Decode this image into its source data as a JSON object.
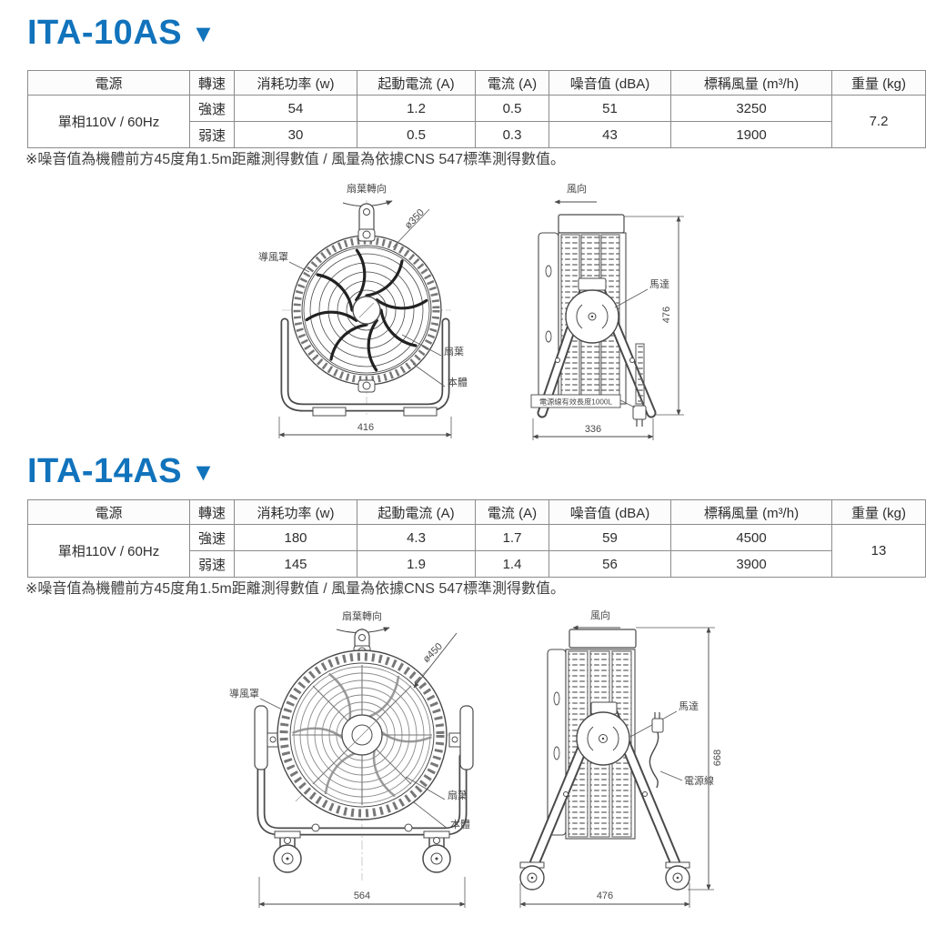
{
  "ui": {
    "triangle": "▼",
    "accent_color": "#1173BC",
    "line_color": "#4a4a4a"
  },
  "sections": [
    {
      "title": "ITA-10AS",
      "table": {
        "headers": [
          "電源",
          "轉速",
          "消耗功率 (w)",
          "起動電流 (A)",
          "電流 (A)",
          "噪音值 (dBA)",
          "標稱風量 (m³/h)",
          "重量 (kg)"
        ],
        "power": "單相110V / 60Hz",
        "rows": [
          {
            "speed": "強速",
            "watt": "54",
            "start_current": "1.2",
            "current": "0.5",
            "noise": "51",
            "airflow": "3250"
          },
          {
            "speed": "弱速",
            "watt": "30",
            "start_current": "0.5",
            "current": "0.3",
            "noise": "43",
            "airflow": "1900"
          }
        ],
        "weight": "7.2"
      },
      "note": "※噪音值為機體前方45度角1.5m距離測得數值 / 風量為依據CNS 547標準測得數值。",
      "front": {
        "rotation": "扇葉轉向",
        "guard": "導風罩",
        "diameter": "ø350",
        "blade": "扇葉",
        "body": "本體",
        "width": "416"
      },
      "side": {
        "wind": "風向",
        "motor": "馬達",
        "cord": "電源線有效長度1000L",
        "height": "476",
        "depth": "336"
      }
    },
    {
      "title": "ITA-14AS",
      "table": {
        "headers": [
          "電源",
          "轉速",
          "消耗功率 (w)",
          "起動電流 (A)",
          "電流 (A)",
          "噪音值 (dBA)",
          "標稱風量 (m³/h)",
          "重量 (kg)"
        ],
        "power": "單相110V / 60Hz",
        "rows": [
          {
            "speed": "強速",
            "watt": "180",
            "start_current": "4.3",
            "current": "1.7",
            "noise": "59",
            "airflow": "4500"
          },
          {
            "speed": "弱速",
            "watt": "145",
            "start_current": "1.9",
            "current": "1.4",
            "noise": "56",
            "airflow": "3900"
          }
        ],
        "weight": "13"
      },
      "note": "※噪音值為機體前方45度角1.5m距離測得數值 / 風量為依據CNS 547標準測得數值。",
      "front": {
        "rotation": "扇葉轉向",
        "guard": "導風罩",
        "diameter": "ø450",
        "blade": "扇葉",
        "body": "本體",
        "width": "564"
      },
      "side": {
        "wind": "風向",
        "motor": "馬達",
        "cord": "電源線",
        "height": "668",
        "depth": "476"
      }
    }
  ]
}
